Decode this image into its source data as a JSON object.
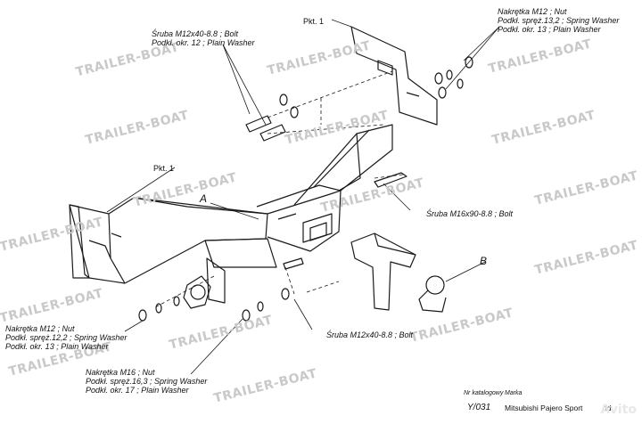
{
  "watermark": {
    "text": "TRAILER-BOAT",
    "color": "#c9c9c9"
  },
  "part_refs": {
    "pkt1_top": "Pkt. 1",
    "pkt1_left": "Pkt. 1",
    "letter_a": "A",
    "letter_b": "B"
  },
  "callouts": {
    "top_bolt": [
      "Śruba M12x40-8.8 ; Bolt",
      "Podkł. okr. 12 ; Plain Washer"
    ],
    "top_right_nut": [
      "Nakrętka M12 ; Nut",
      "Podkł. spręż.13,2 ; Spring Washer",
      "Podkł. okr. 13 ; Plain Washer"
    ],
    "mid_bolt": "Śruba M16x90-8.8 ; Bolt",
    "bottom_bolt": "Śruba M12x40-8.8 ; Bolt",
    "left_nut": [
      "Nakrętka M12 ; Nut",
      "Podkł. spręż.12,2 ; Spring Washer",
      "Podkł. okr. 13 ; Plain Washer"
    ],
    "bottom_nut": [
      "Nakrętka M16 ; Nut",
      "Podkł. spręż.16,3 ; Spring Washer",
      "Podkł. okr. 17 ; Plain Washer"
    ]
  },
  "title_block": {
    "catalog_label": "Nr katalogowy",
    "marka_label": "Marka",
    "catalog_number": "Y/031",
    "model": "Mitsubishi Pajero Sport",
    "suffix": "od"
  },
  "corner_watermark": "Avito"
}
